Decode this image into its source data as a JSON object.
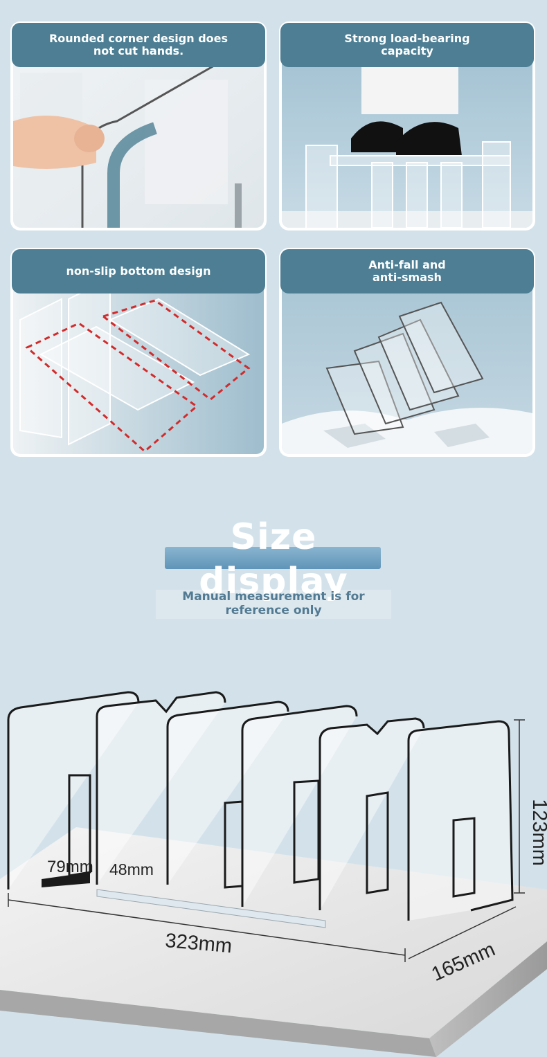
{
  "features": [
    {
      "lines": [
        "Rounded corner design does",
        "not cut hands."
      ]
    },
    {
      "lines": [
        "Strong load-bearing",
        "capacity"
      ]
    },
    {
      "lines": [
        "non-slip bottom design"
      ]
    },
    {
      "lines": [
        "Anti-fall and",
        "anti-smash"
      ]
    }
  ],
  "size_section": {
    "title": "Size display",
    "note_lines": [
      "Manual measurement is for",
      "reference only"
    ]
  },
  "dimensions": {
    "divider_gap": "79mm",
    "inner_gap": "48mm",
    "length": "323mm",
    "depth": "165mm",
    "height": "123mm"
  },
  "colors": {
    "page_background": "#d3e2ea",
    "banner": "#4d7e93",
    "guide_dash": "#d22b2b"
  }
}
